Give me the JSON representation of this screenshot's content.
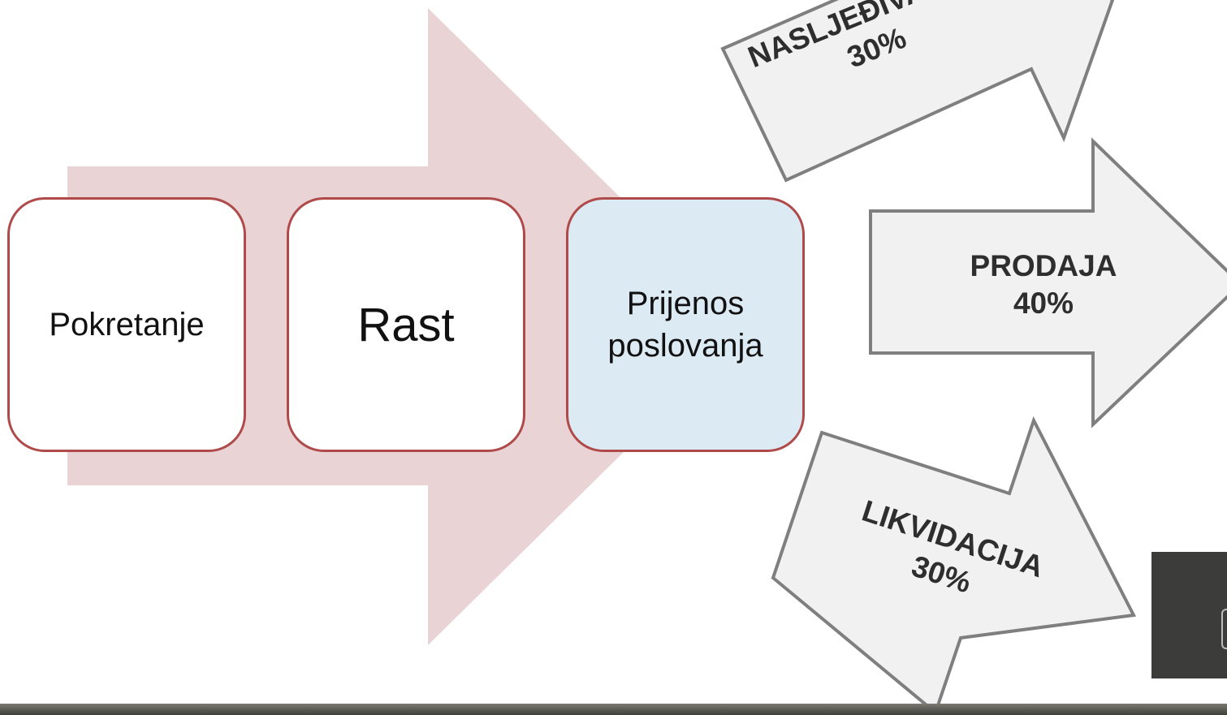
{
  "stages": {
    "start": "Pokretanje",
    "growth": "Rast",
    "transfer": "Prijenos poslovanja"
  },
  "outcomes": {
    "inheritance": {
      "label": "NASLJEĐIVANJE",
      "percent": "30%"
    },
    "sale": {
      "label": "PRODAJA",
      "percent": "40%"
    },
    "liquidation": {
      "label": "LIKVIDACIJA",
      "percent": "30%"
    }
  },
  "colors": {
    "big_arrow": "#e9d3d4",
    "box_border": "#b04a4a",
    "box_fill": "#ffffff",
    "transfer_fill": "#dcebf3",
    "outcome_arrow_fill": "#f1f1f1",
    "outcome_arrow_stroke": "#7f7f7f",
    "text": "#2e2e2e"
  }
}
